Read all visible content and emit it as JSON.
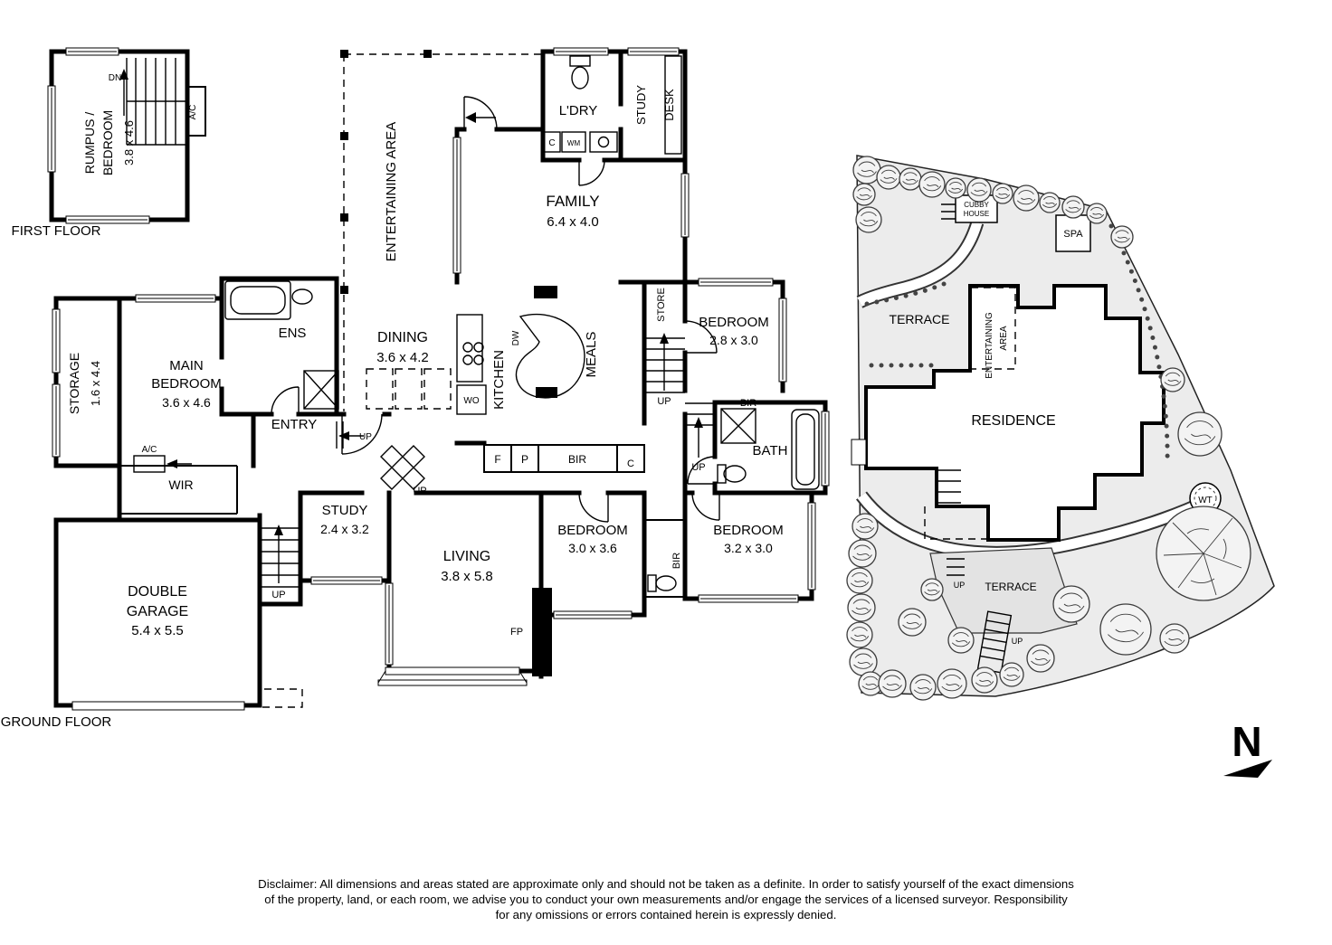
{
  "colors": {
    "ink": "#000000",
    "site_fill": "#ececec",
    "paper": "#ffffff"
  },
  "first_floor": {
    "caption": "FIRST FLOOR",
    "room_line1": "RUMPUS /",
    "room_line2": "BEDROOM",
    "dims": "3.8 x 4.6",
    "dn": "DN",
    "ac": "A/C"
  },
  "ground_floor": {
    "caption": "GROUND FLOOR",
    "entertaining_area": "ENTERTAINING AREA",
    "family": "FAMILY",
    "family_dims": "6.4 x 4.0",
    "laundry": "L'DRY",
    "wm": "WM",
    "cupboard_c": "C",
    "study_nook": "STUDY",
    "desk": "DESK",
    "store": "STORE",
    "bedroom_ne": "BEDROOM",
    "bedroom_ne_dims": "2.8 x 3.0",
    "bir": "BIR",
    "up": "UP",
    "bath": "BATH",
    "bedroom_se": "BEDROOM",
    "bedroom_se_dims": "3.2 x 3.0",
    "bedroom_s": "BEDROOM",
    "bedroom_s_dims": "3.0 x 3.6",
    "dining": "DINING",
    "dining_dims": "3.6 x 4.2",
    "kitchen": "KITCHEN",
    "meals": "MEALS",
    "dw": "DW",
    "wo": "WO",
    "cup_f": "F",
    "cup_p": "P",
    "cup_c": "C",
    "ens": "ENS",
    "entry": "ENTRY",
    "main_bed_line1": "MAIN",
    "main_bed_line2": "BEDROOM",
    "main_bed_dims": "3.6 x 4.6",
    "storage": "STORAGE",
    "storage_dims": "1.6 x 4.4",
    "ac": "A/C",
    "wir": "WIR",
    "garage_line1": "DOUBLE",
    "garage_line2": "GARAGE",
    "garage_dims": "5.4 x 5.5",
    "study": "STUDY",
    "study_dims": "2.4 x 3.2",
    "living": "LIVING",
    "living_dims": "3.8 x 5.8",
    "fp": "FP"
  },
  "site_plan": {
    "terrace_upper": "TERRACE",
    "terrace_lower": "TERRACE",
    "entertaining_line1": "ENTERTAINING",
    "entertaining_line2": "AREA",
    "residence": "RESIDENCE",
    "cubby_line1": "CUBBY",
    "cubby_line2": "HOUSE",
    "spa": "SPA",
    "wt": "WT",
    "up": "UP",
    "north": "N"
  },
  "disclaimer": {
    "lines": [
      "Disclaimer: All dimensions and areas stated are approximate only and should not be taken as a definite. In order to satisfy yourself of the exact dimensions",
      "of the property, land, or each room, we advise you to conduct your own measurements and/or engage the services of a licensed surveyor. Responsibility",
      "for any omissions or errors contained herein is expressly denied."
    ]
  }
}
